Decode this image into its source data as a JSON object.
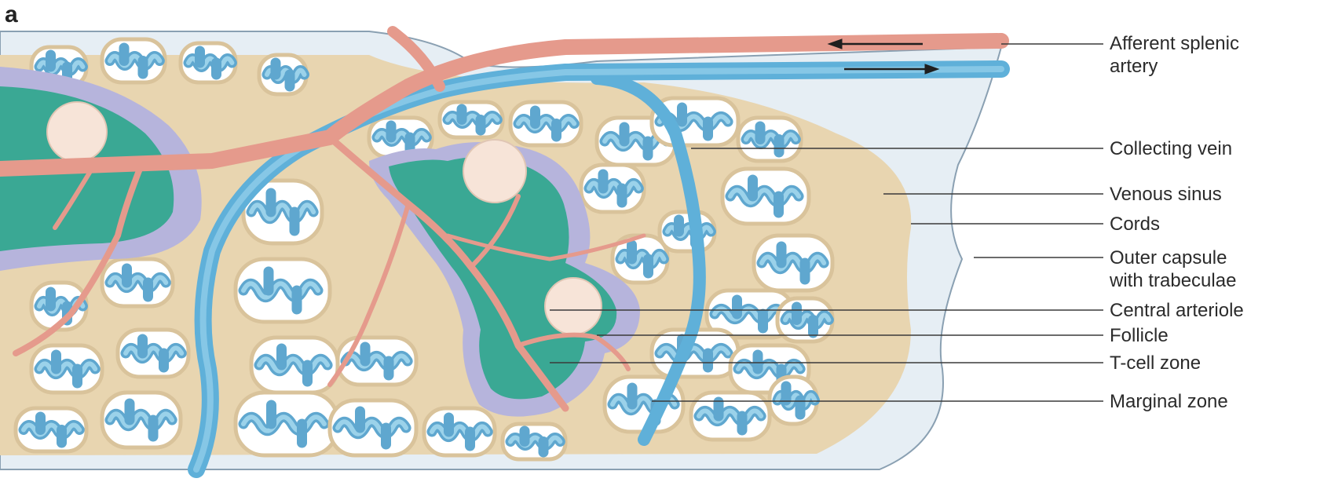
{
  "panel_letter": "a",
  "labels": {
    "afferent_artery_line1": "Afferent splenic",
    "afferent_artery_line2": "artery",
    "collecting_vein": "Collecting vein",
    "venous_sinus": "Venous sinus",
    "cords": "Cords",
    "outer_capsule_line1": "Outer capsule",
    "outer_capsule_line2": "with trabeculae",
    "central_arteriole": "Central arteriole",
    "follicle": "Follicle",
    "t_cell_zone": "T-cell zone",
    "marginal_zone": "Marginal zone"
  },
  "colors": {
    "artery": "#e59a8c",
    "vein": "#5fb0d9",
    "capsule": "#e6eef4",
    "cords": "#e8d5b0",
    "t_cell_zone": "#3aa894",
    "marginal_zone": "#b6b4dc",
    "follicle": "#f7e4d8"
  }
}
